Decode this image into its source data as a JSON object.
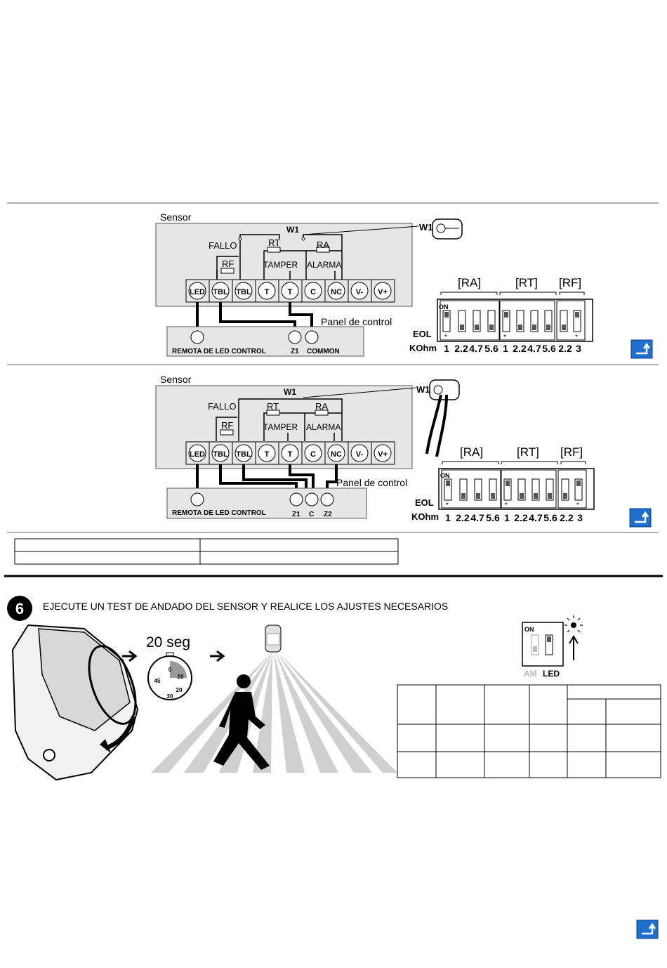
{
  "diagram1": {
    "sensor_label": "Sensor",
    "w1": "W1",
    "w1_tag": "W1",
    "fallo": "FALLO",
    "rf": "RF",
    "rt": "RT",
    "ra": "RA",
    "tamper": "TAMPER",
    "alarma": "ALARMA",
    "terminals": [
      "LED",
      "TBL",
      "TBL",
      "T",
      "T",
      "C",
      "NC",
      "V-",
      "V+"
    ],
    "panel_label": "Panel de control",
    "panel_terminal_label_led": "REMOTA DE LED CONTROL",
    "panel_terminal_label_z1": "Z1",
    "panel_terminal_label_common": "COMMON"
  },
  "diagram2": {
    "sensor_label": "Sensor",
    "w1": "W1",
    "w1_tag": "W1",
    "fallo": "FALLO",
    "rf": "RF",
    "rt": "RT",
    "ra": "RA",
    "tamper": "TAMPER",
    "alarma": "ALARMA",
    "terminals": [
      "LED",
      "TBL",
      "TBL",
      "T",
      "T",
      "C",
      "NC",
      "V-",
      "V+"
    ],
    "panel_label": "Panel de control",
    "panel_terminal_label_led": "REMOTA DE LED CONTROL",
    "panel_terminal_label_z1": "Z1",
    "panel_terminal_label_c": "C",
    "panel_terminal_label_z2": "Z2"
  },
  "dip_eol": {
    "groups": [
      "[RA]",
      "[RT]",
      "[RF]"
    ],
    "on": "ON",
    "eol": "EOL",
    "kohm": "KOhm",
    "values": [
      "1",
      "2.2",
      "4.7",
      "5.6",
      "1",
      "2.2",
      "4.7",
      "5.6",
      "2.2",
      "3"
    ],
    "star": "*"
  },
  "step6": {
    "number": "6",
    "title": "EJECUTE UN TEST DE ANDADO DEL SENSOR Y REALICE LOS AJUSTES NECESARIOS",
    "timer_label": "20 seg",
    "dial": [
      "0",
      "10",
      "20",
      "30",
      "45"
    ],
    "dip_on": "ON",
    "dip_am": "AM",
    "dip_led": "LED"
  },
  "colors": {
    "panel_gray": "#e6e6e6",
    "terminal_gray": "#d9d9d9",
    "accent_blue": "#1f6fd1"
  }
}
